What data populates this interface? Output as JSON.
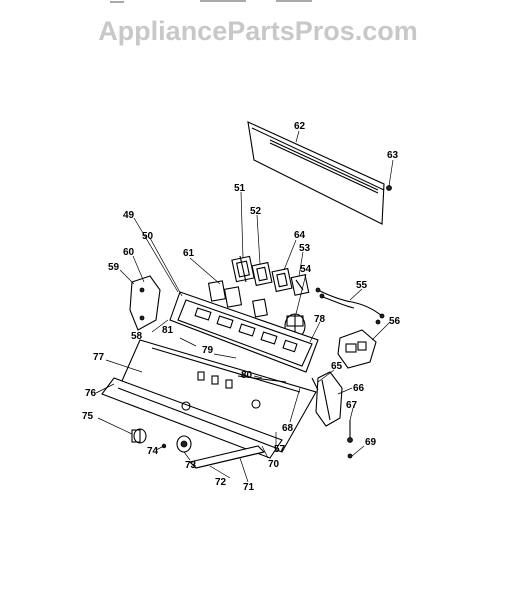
{
  "watermark": "AppliancePartsPros.com",
  "callouts": {
    "p49": "49",
    "p50": "50",
    "p51": "51",
    "p52": "52",
    "p53": "53",
    "p54": "54",
    "p55": "55",
    "p56": "56",
    "p57": "57",
    "p58": "58",
    "p59": "59",
    "p60": "60",
    "p61": "61",
    "p62": "62",
    "p63": "63",
    "p64": "64",
    "p65": "65",
    "p66": "66",
    "p67": "67",
    "p68": "68",
    "p69": "69",
    "p70": "70",
    "p71": "71",
    "p72": "72",
    "p73": "73",
    "p74": "74",
    "p75": "75",
    "p76": "76",
    "p77": "77",
    "p78": "78",
    "p79": "79",
    "p80": "80",
    "p81": "81"
  }
}
